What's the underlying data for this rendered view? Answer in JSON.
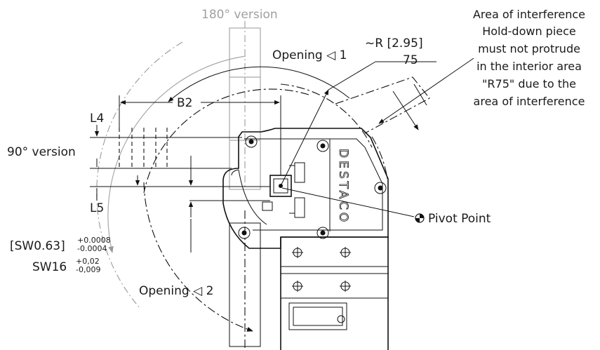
{
  "labels": {
    "version_180": "180° version",
    "version_90": "90° version",
    "opening_1": "Opening ◁ 1",
    "opening_2": "Opening ◁ 2",
    "radius_inch": "~R [2.95]",
    "radius_mm": "75",
    "b2": "B2",
    "l4": "L4",
    "l5": "L5",
    "sw_inch_main": "[SW0.63]",
    "sw_inch_tol_upper": "+0.0008",
    "sw_inch_tol_lower": "-0.0004",
    "sw_mm_main": "SW16",
    "sw_mm_tol_upper": "+0,02",
    "sw_mm_tol_lower": "-0,009",
    "pivot_point": "Pivot Point",
    "brand": "DESTACO"
  },
  "note": {
    "lines": [
      "Area of interference",
      "Hold-down piece",
      "must not protrude",
      "in the interior area",
      "\"R75\" due to the",
      "area of interference"
    ]
  },
  "colors": {
    "line": "#111111",
    "secondary": "#a0a0a0"
  },
  "icons": {
    "pivot": "pivot-point-icon",
    "angle": "angle-icon"
  }
}
